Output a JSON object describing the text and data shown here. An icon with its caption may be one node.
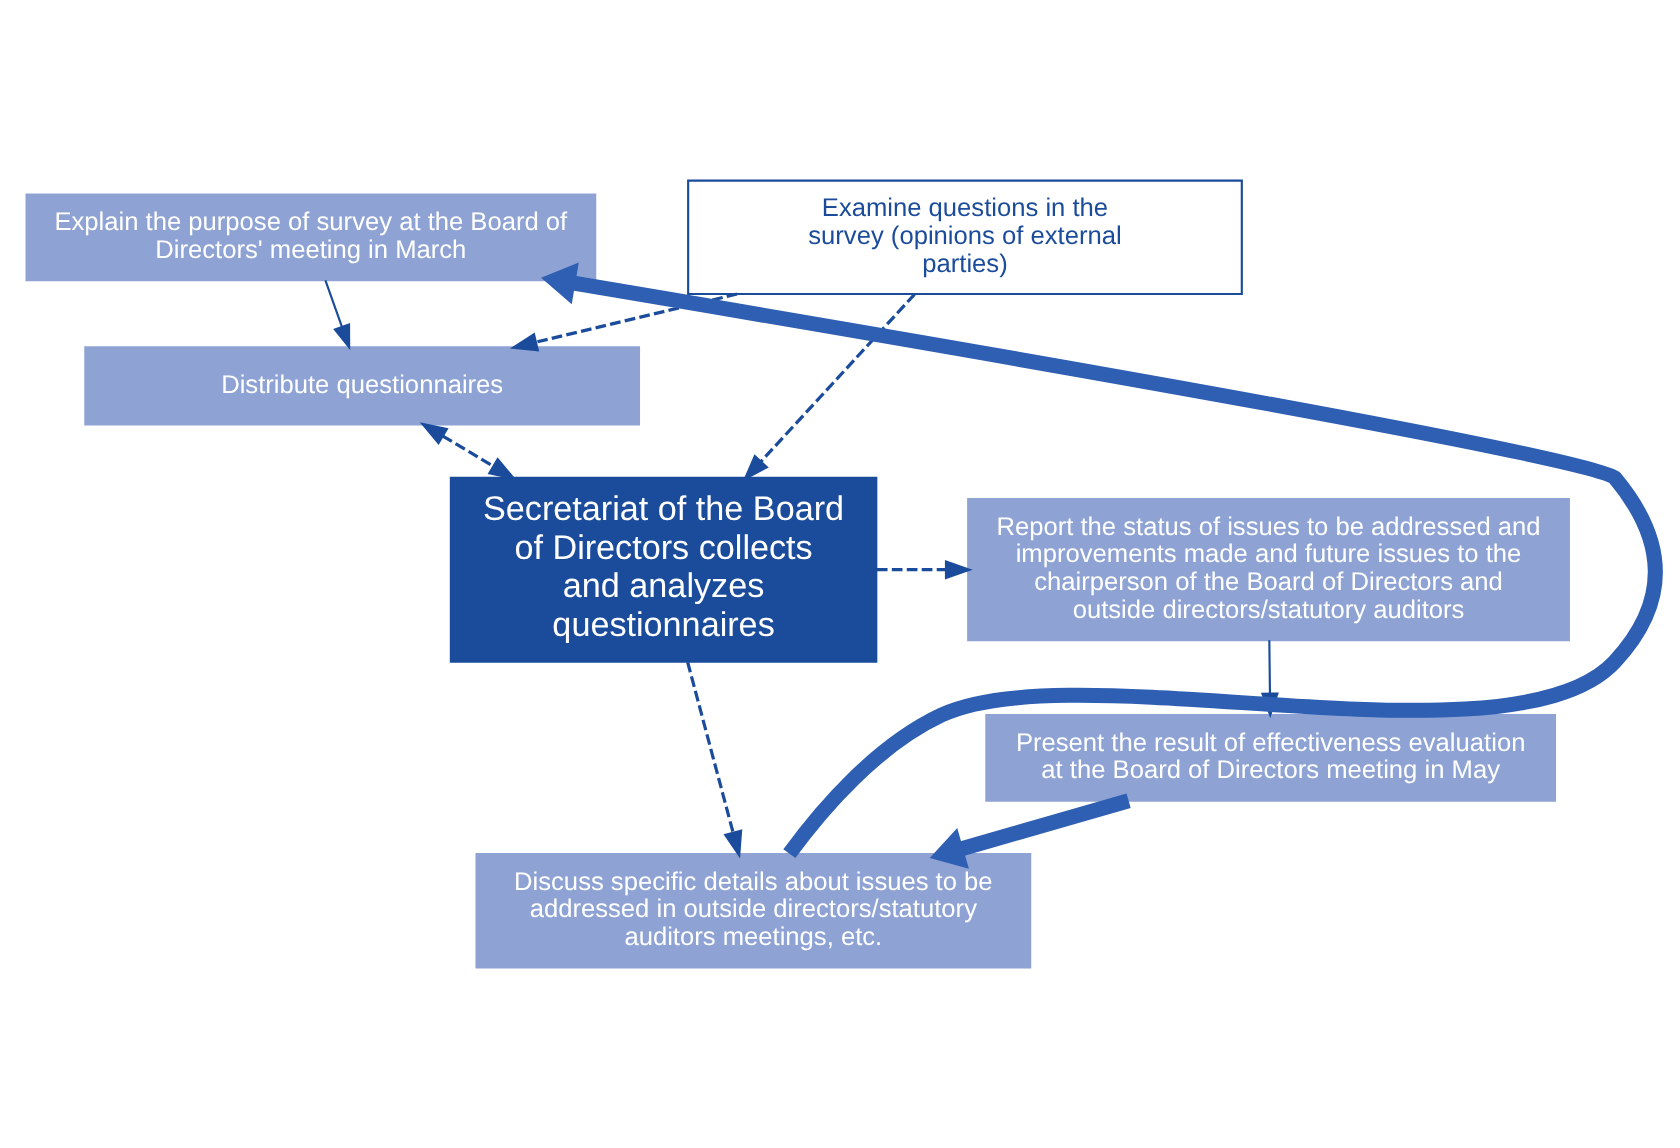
{
  "diagram": {
    "nodes": [
      {
        "text": [
          "Explain the purpose of survey at the Board of Directors' meeting in March"
        ]
      },
      {
        "text": [
          "Examine questions in the survey (opinions of external parties)"
        ]
      },
      {
        "text": [
          "Distribute questionnaires"
        ]
      },
      {
        "text": [
          "Secretariat of the Board of Directors collects and analyzes questionnaires"
        ]
      },
      {
        "text": [
          "Report the status of issues to be addressed and improvements made and future issues to the chairperson of the Board of Directors and outside directors/statutory auditors"
        ]
      },
      {
        "text": [
          "Present the result of effectiveness evaluation at the Board of Directors meeting in May"
        ]
      },
      {
        "text": [
          "Discuss specific details about issues to be addressed in outside directors/statutory auditors meetings, etc."
        ]
      }
    ],
    "edges": [
      {
        "from": 0,
        "to": 2,
        "arrow": "to"
      },
      {
        "from": 1,
        "to": 2,
        "arrow": "to",
        "style": "dashed"
      },
      {
        "from": 1,
        "to": 3,
        "arrow": "to",
        "style": "dashed"
      },
      {
        "from": 2,
        "to": 3,
        "arrow": "both",
        "style": "dashed"
      },
      {
        "from": 3,
        "to": 4,
        "arrow": "to",
        "style": "dashed"
      },
      {
        "from": 4,
        "to": 5,
        "arrow": "to"
      },
      {
        "from": 3,
        "to": 6,
        "arrow": "to",
        "style": "dashed"
      },
      {
        "from": 5,
        "to": 6,
        "arrow": "to",
        "style": "thick"
      },
      {
        "from": 6,
        "to": 0,
        "arrow": "to",
        "style": "thick"
      }
    ]
  }
}
